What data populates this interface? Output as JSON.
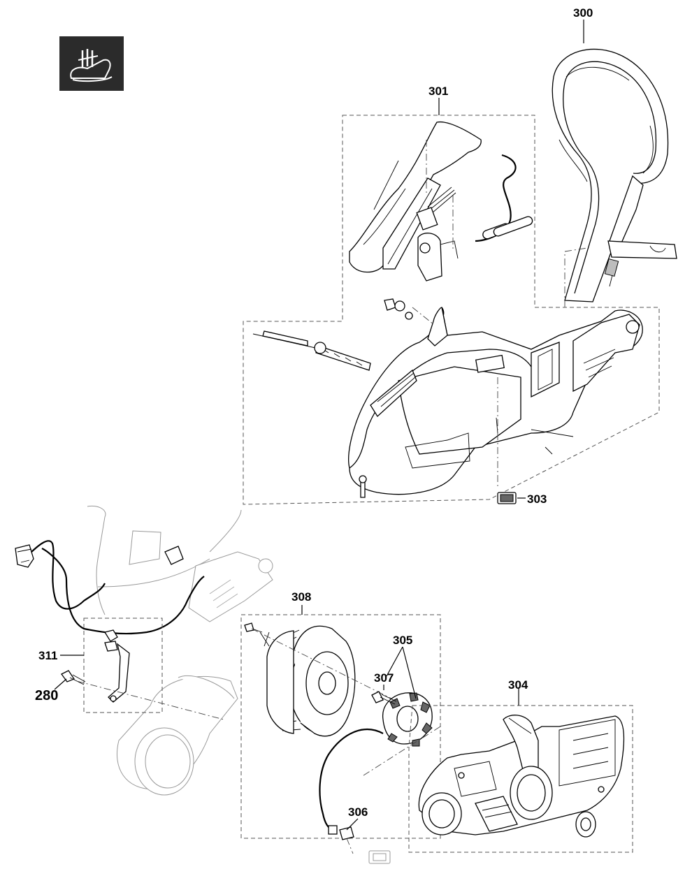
{
  "diagram": {
    "callouts": {
      "c300": "300",
      "c301": "301",
      "c303": "303",
      "c304": "304",
      "c305": "305",
      "c306": "306",
      "c307": "307",
      "c308": "308",
      "c311": "311",
      "c280": "280"
    },
    "icons": {
      "symbol": "hand-on-handle-icon"
    },
    "colors": {
      "line": "#000000",
      "icon_background": "#2b2b2b",
      "ghost_line": "#aaaaaa"
    }
  }
}
